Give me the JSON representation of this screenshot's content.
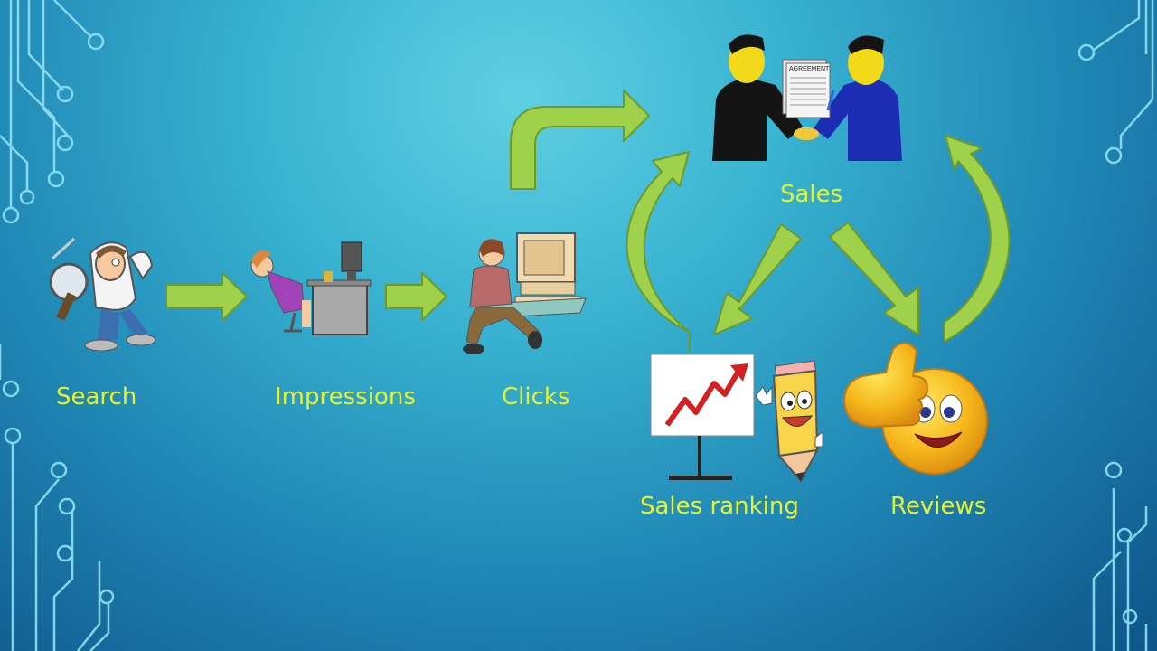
{
  "stages": {
    "search": "Search",
    "impressions": "Impressions",
    "clicks": "Clicks",
    "sales": "Sales",
    "sales_ranking": "Sales ranking",
    "reviews": "Reviews"
  },
  "agreement_text": "AGREEMENT",
  "colors": {
    "label": "#e8f22a",
    "arrow_fill": "#9fd14a",
    "arrow_stroke": "#6e9a2c",
    "circuit": "#8fe2f2",
    "chart_line": "#d42020"
  },
  "icons": [
    "detective-icon",
    "tired-office-worker-icon",
    "computer-user-icon",
    "handshake-icon",
    "sales-chart-icon",
    "pencil-mascot-icon",
    "thumbs-up-smiley-icon"
  ]
}
